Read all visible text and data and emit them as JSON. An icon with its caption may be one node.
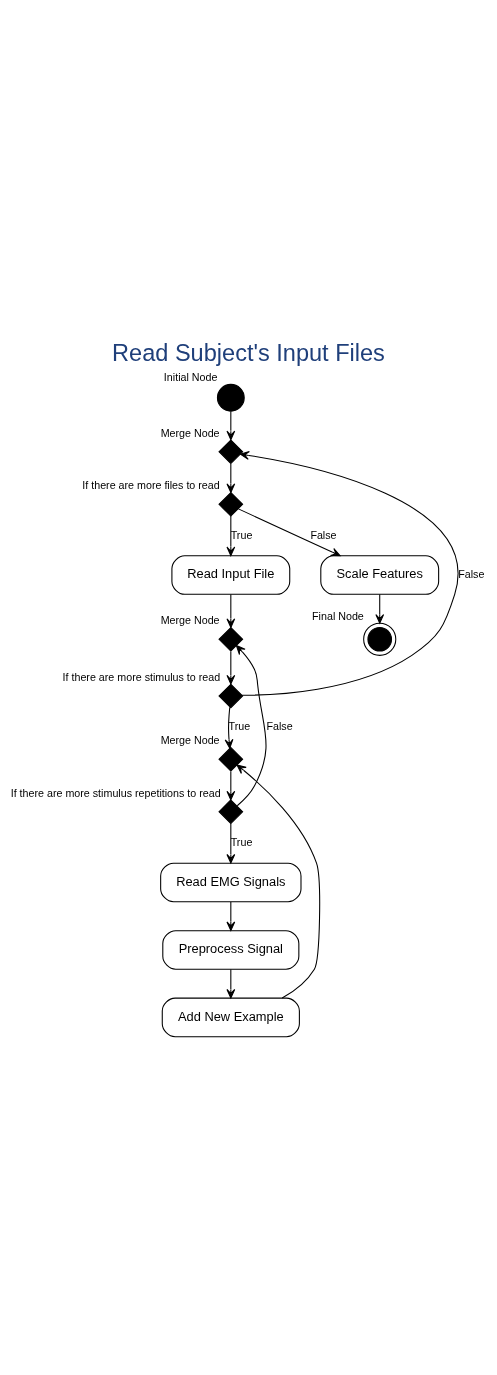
{
  "diagram": {
    "title": "Read Subject's Input Files",
    "nodes": [
      {
        "text": [],
        "shape": "circle",
        "beside": [
          "Initial Node"
        ]
      },
      {
        "text": [],
        "shape": "diamond",
        "beside": [
          "Merge Node"
        ]
      },
      {
        "text": [],
        "shape": "diamond",
        "beside": [
          "If there are more files to read"
        ]
      },
      {
        "text": [
          "Read Input File"
        ]
      },
      {
        "text": [],
        "shape": "diamond",
        "beside": [
          "Merge Node"
        ]
      },
      {
        "text": [],
        "shape": "diamond",
        "beside": [
          "If there are more stimulus to read"
        ]
      },
      {
        "text": [],
        "shape": "diamond",
        "beside": [
          "Merge Node"
        ]
      },
      {
        "text": [],
        "shape": "diamond",
        "beside": [
          "If there are more stimulus repetitions to read"
        ]
      },
      {
        "text": [
          "Read EMG Signals"
        ]
      },
      {
        "text": [
          "Preprocess Signal"
        ]
      },
      {
        "text": [
          "Add New Example"
        ]
      },
      {
        "text": [
          "Scale Features"
        ]
      },
      {
        "text": [],
        "shape": "doublecircle",
        "beside": [
          "Final Node"
        ]
      }
    ],
    "edges": [
      {
        "from": 0,
        "to": 1,
        "arrow": "to"
      },
      {
        "from": 1,
        "to": 2,
        "arrow": "to"
      },
      {
        "from": 2,
        "to": 11,
        "arrow": "to",
        "label": "False"
      },
      {
        "from": 2,
        "to": 3,
        "arrow": "to",
        "label": "True"
      },
      {
        "from": 3,
        "to": 4,
        "arrow": "to"
      },
      {
        "from": 4,
        "to": 5,
        "arrow": "to"
      },
      {
        "from": 5,
        "to": 1,
        "arrow": "to",
        "label": "False"
      },
      {
        "from": 5,
        "to": 6,
        "arrow": "to",
        "label": "True"
      },
      {
        "from": 6,
        "to": 7,
        "arrow": "to"
      },
      {
        "from": 7,
        "to": 4,
        "arrow": "to",
        "label": "False"
      },
      {
        "from": 7,
        "to": 8,
        "arrow": "to",
        "label": "True"
      },
      {
        "from": 8,
        "to": 9,
        "arrow": "to"
      },
      {
        "from": 9,
        "to": 10,
        "arrow": "to"
      },
      {
        "from": 10,
        "to": 6,
        "arrow": "to"
      },
      {
        "from": 11,
        "to": 12,
        "arrow": "to"
      }
    ]
  }
}
